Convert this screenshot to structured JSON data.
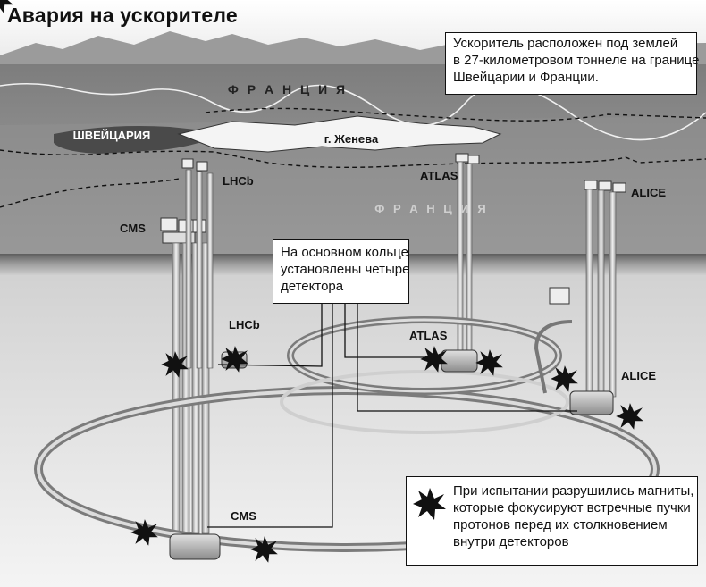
{
  "title": "Авария на ускорителе",
  "info_box": {
    "lines": [
      "Ускоритель расположен под землей",
      "в 27-километровом тоннеле на границе",
      "Швейцарии и Франции."
    ]
  },
  "map_labels": {
    "france_top": "Ф Р А Н Ц И Я",
    "france_mid": "Ф Р А Н Ц И Я",
    "switzerland": "ШВЕЙЦАРИЯ",
    "geneva": "г. Женева"
  },
  "surface_detectors": {
    "lhcb": "LHCb",
    "cms": "CMS",
    "atlas": "ATLAS",
    "alice": "ALICE"
  },
  "underground_detectors": {
    "lhcb": "LHCb",
    "atlas": "ATLAS",
    "alice": "ALICE",
    "cms": "CMS"
  },
  "callout": {
    "lines": [
      "На основном кольце",
      "установлены четыре",
      "детектора"
    ]
  },
  "legend": {
    "icon": "explosion-icon",
    "lines": [
      "При испытании разрушились магниты,",
      "которые фокусируют встречные пучки",
      "протонов перед их столкновением",
      "внутри детекторов"
    ]
  }
}
